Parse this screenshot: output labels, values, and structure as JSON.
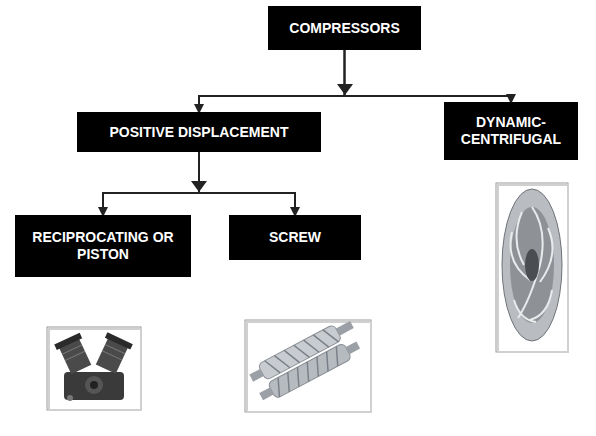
{
  "diagram": {
    "nodes": [
      {
        "text": [
          "COMPRESSORS"
        ]
      },
      {
        "text": [
          "POSITIVE DISPLACEMENT"
        ]
      },
      {
        "text": [
          "DYNAMIC- CENTRIFUGAL"
        ]
      },
      {
        "text": [
          "RECIPROCATING OR PISTON"
        ]
      },
      {
        "text": [
          "SCREW"
        ]
      }
    ],
    "edges": [
      {
        "from": 0,
        "to": 1,
        "arrow": "to"
      },
      {
        "from": 0,
        "to": 2,
        "arrow": "to"
      },
      {
        "from": 1,
        "to": 3,
        "arrow": "to"
      },
      {
        "from": 1,
        "to": 4,
        "arrow": "to"
      }
    ]
  }
}
